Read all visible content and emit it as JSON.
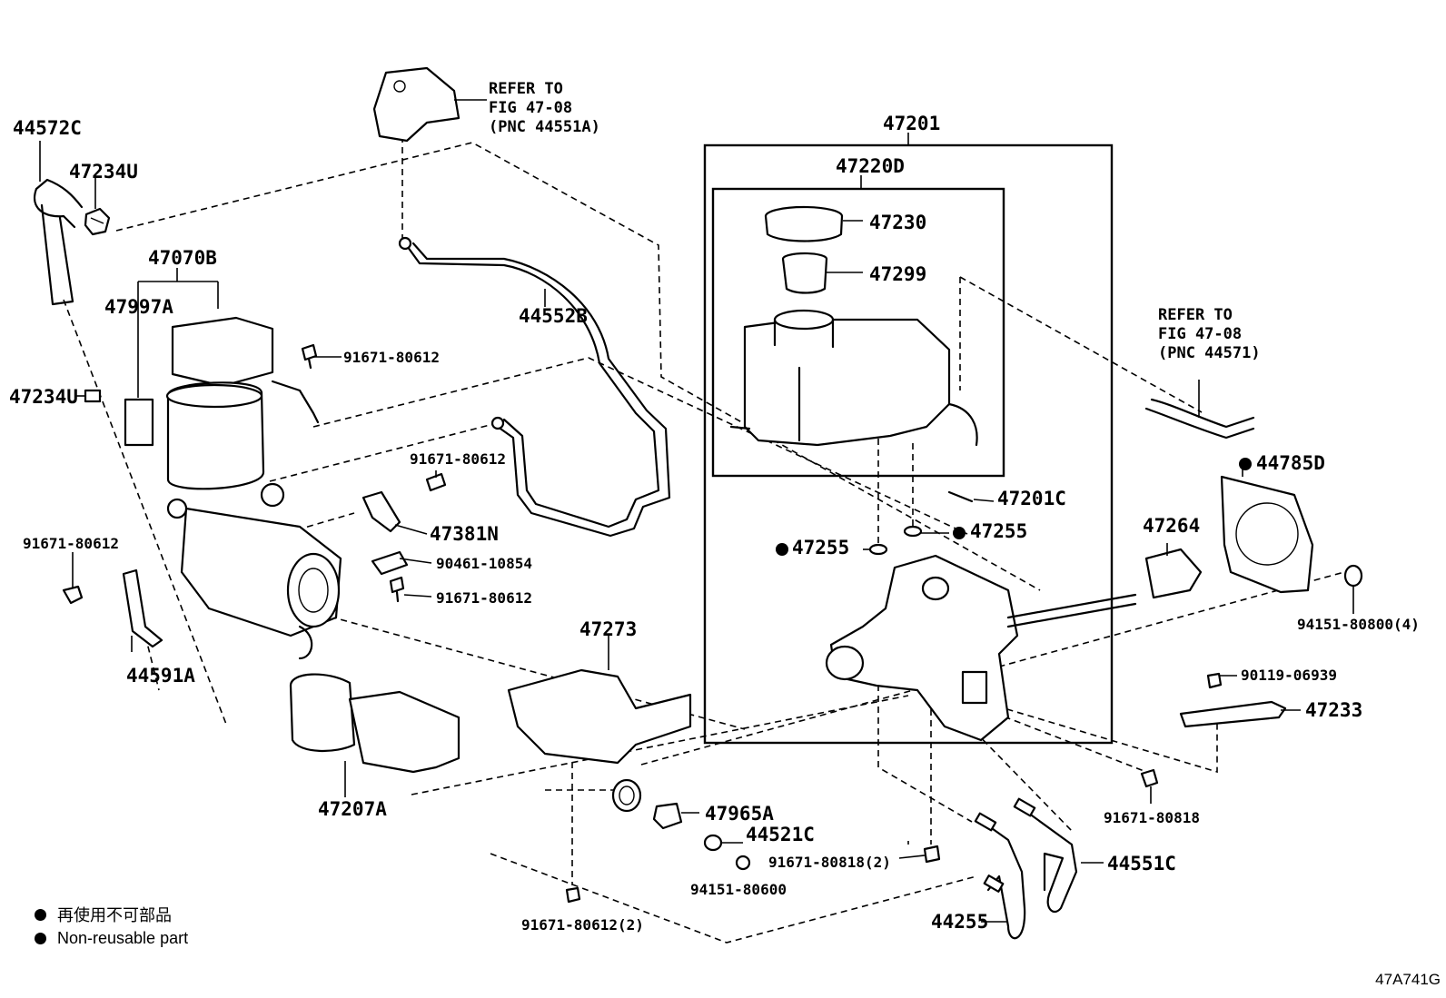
{
  "labels": {
    "p44572C": "44572C",
    "p47234U_top": "47234U",
    "p47070B": "47070B",
    "p47997A": "47997A",
    "p47234U_left": "47234U",
    "p91671_a": "91671-80612",
    "p44591A": "44591A",
    "p47207A": "47207A",
    "p91671_b": "91671-80612",
    "p91671_c": "91671-80612",
    "p47381N": "47381N",
    "p90461": "90461-10854",
    "p91671_d": "91671-80612",
    "p44552B": "44552B",
    "p47273": "47273",
    "p47965A": "47965A",
    "p44521C": "44521C",
    "p94151_80600": "94151-80600",
    "p91671_80612x2": "91671-80612(2)",
    "p47201": "47201",
    "p47220D": "47220D",
    "p47230": "47230",
    "p47299": "47299",
    "p47201C": "47201C",
    "p47255_a": "47255",
    "p47255_b": "47255",
    "p91671_80818x2": "91671-80818(2)",
    "p44255": "44255",
    "p44551C": "44551C",
    "p91671_80818": "91671-80818",
    "p47264": "47264",
    "p44785D": "44785D",
    "p94151_80800x4": "94151-80800(4)",
    "p90119": "90119-06939",
    "p47233": "47233"
  },
  "refer_top": [
    "REFER TO",
    "FIG 47-08",
    "(PNC 44551A)"
  ],
  "refer_right": [
    "REFER TO",
    "FIG 47-08",
    "(PNC 44571)"
  ],
  "legend": {
    "jp": "再使用不可部品",
    "en": "Non-reusable part"
  },
  "figure_id": "47A741G"
}
